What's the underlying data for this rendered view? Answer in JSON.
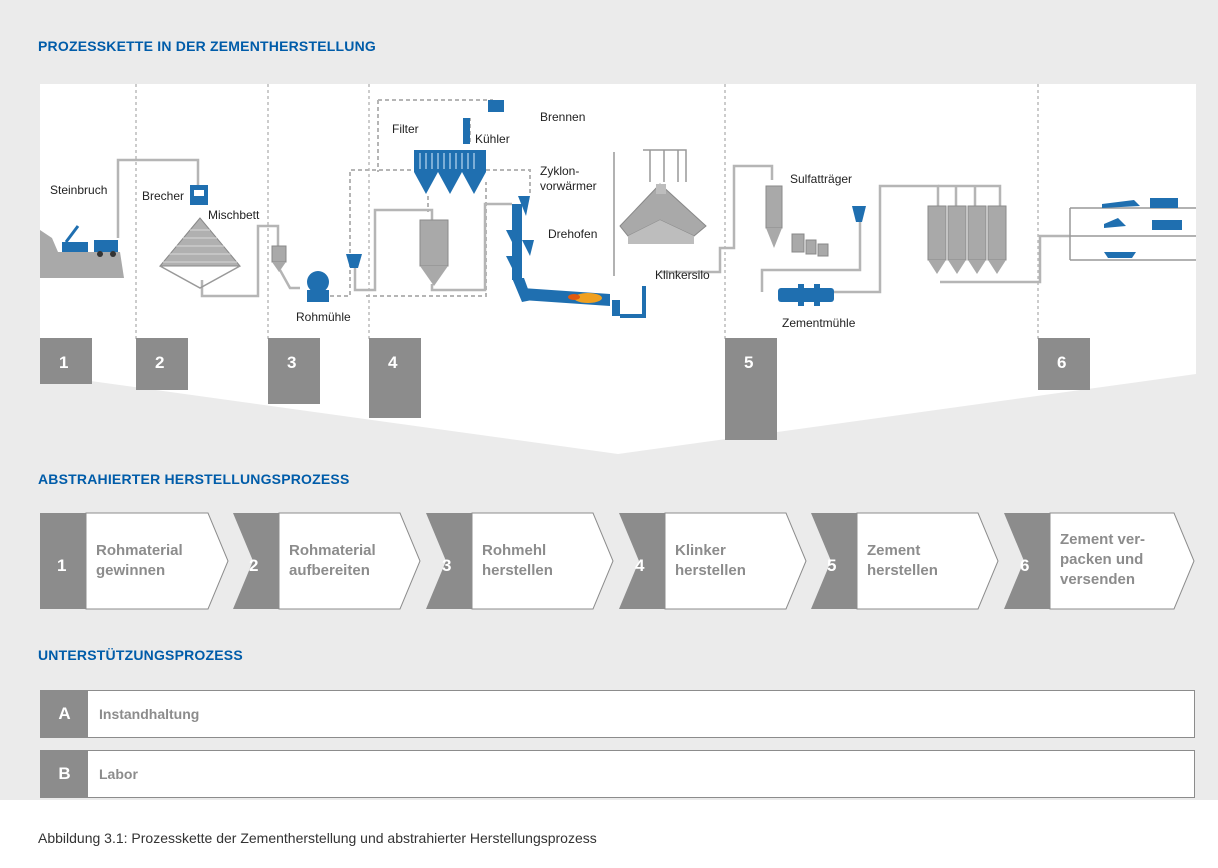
{
  "titles": {
    "process_chain": "PROZESSKETTE IN DER ZEMENTHERSTELLUNG",
    "abstracted": "ABSTRAHIERTER HERSTELLUNGSPROZESS",
    "support": "UNTERSTÜTZUNGSPROZESS"
  },
  "diagram_labels": {
    "steinbruch": "Steinbruch",
    "brecher": "Brecher",
    "mischbett": "Mischbett",
    "rohmuehle": "Rohmühle",
    "filter": "Filter",
    "kuehler": "Kühler",
    "brennen": "Brennen",
    "zyklon_1": "Zyklon-",
    "zyklon_2": "vorwärmer",
    "drehofen": "Drehofen",
    "klinkersilo": "Klinkersilo",
    "sulfattraeger": "Sulfatträger",
    "zementmuehle": "Zementmühle"
  },
  "diagram_steps": [
    "1",
    "2",
    "3",
    "4",
    "5",
    "6"
  ],
  "chevrons": [
    {
      "num": "1",
      "line1": "Rohmaterial",
      "line2": "gewinnen",
      "line3": ""
    },
    {
      "num": "2",
      "line1": "Rohmaterial",
      "line2": "aufbereiten",
      "line3": ""
    },
    {
      "num": "3",
      "line1": "Rohmehl",
      "line2": "herstellen",
      "line3": ""
    },
    {
      "num": "4",
      "line1": "Klinker",
      "line2": "herstellen",
      "line3": ""
    },
    {
      "num": "5",
      "line1": "Zement",
      "line2": "herstellen",
      "line3": ""
    },
    {
      "num": "6",
      "line1": "Zement ver-",
      "line2": "packen und",
      "line3": "versenden"
    }
  ],
  "support": [
    {
      "letter": "A",
      "label": "Instandhaltung"
    },
    {
      "letter": "B",
      "label": "Labor"
    }
  ],
  "caption": "Abbildung 3.1: Prozesskette der Zementherstellung und abstrahierter Herstellungsprozess",
  "colors": {
    "title_blue": "#005ca9",
    "machine_blue": "#1f6fb0",
    "step_gray": "#8c8c8c",
    "silo_gray": "#a9a9a9",
    "panel_bg": "#ebebeb"
  }
}
